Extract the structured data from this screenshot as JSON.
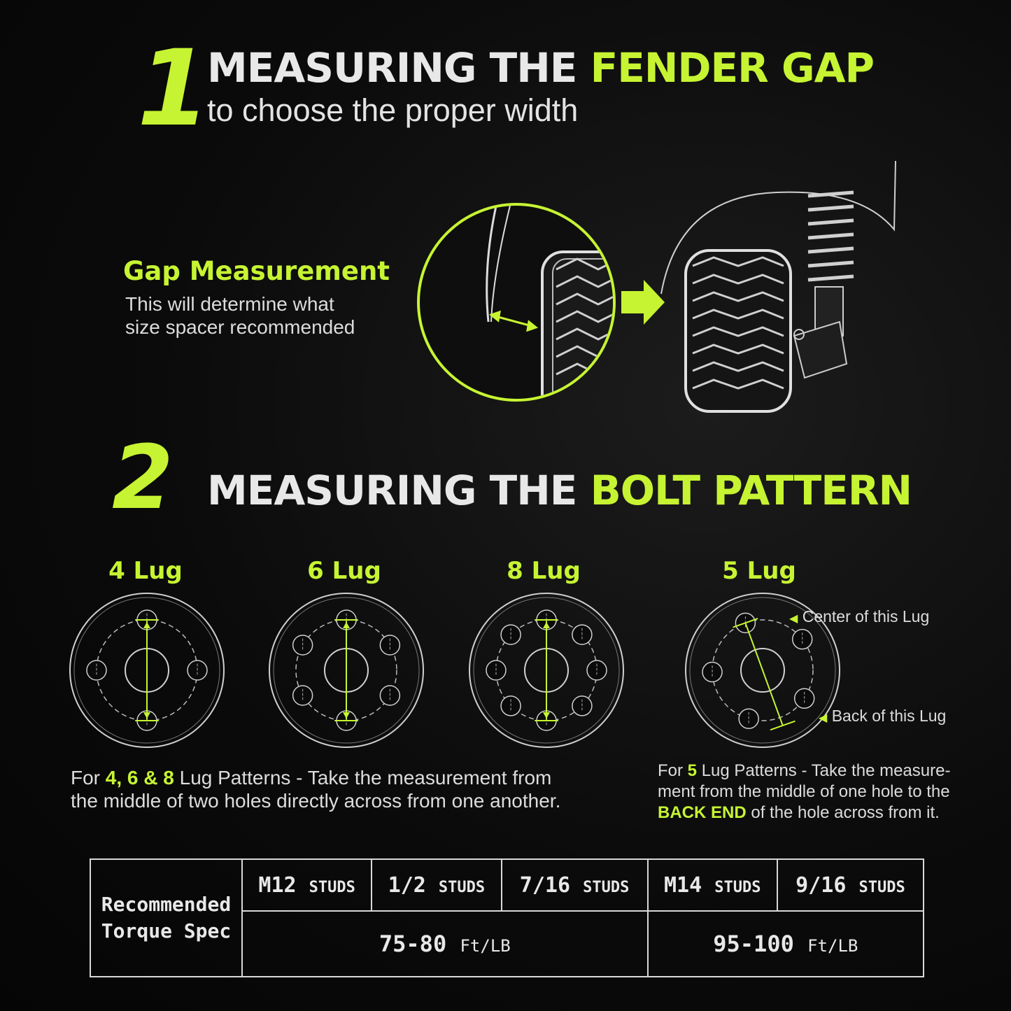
{
  "section1": {
    "number": "1",
    "title_plain": "MEASURING THE ",
    "title_accent": "FENDER GAP",
    "subtitle": "to choose the proper width"
  },
  "gap": {
    "title": "Gap Measurement",
    "desc_line1": "This will determine what",
    "desc_line2": "size spacer recommended"
  },
  "section2": {
    "number": "2",
    "title_plain": "MEASURING THE ",
    "title_accent": "BOLT PATTERN"
  },
  "lugs": [
    {
      "label": "4 Lug"
    },
    {
      "label": "6 Lug"
    },
    {
      "label": "8 Lug"
    },
    {
      "label": "5 Lug"
    }
  ],
  "five_lug_notes": {
    "center": "Center of this Lug",
    "back": "Back of this Lug"
  },
  "instructions_even": {
    "l1_a": "For ",
    "l1_b": "4, 6 & 8",
    "l1_c": " Lug Patterns - Take the measurement from",
    "l2": "the middle of two holes directly across from one another."
  },
  "instructions_five": {
    "l1_a": "For ",
    "l1_b": "5",
    "l1_c": " Lug Patterns - Take the measure-",
    "l2": "ment from the middle of one hole to the",
    "l3_a": "BACK END",
    "l3_b": " of the hole across from it."
  },
  "torque": {
    "row_label_1": "Recommended",
    "row_label_2": "Torque Spec",
    "headers": [
      {
        "size": "M12",
        "unit": "STUDS"
      },
      {
        "size": "1/2",
        "unit": "STUDS"
      },
      {
        "size": "7/16",
        "unit": "STUDS"
      },
      {
        "size": "M14",
        "unit": "STUDS"
      },
      {
        "size": "9/16",
        "unit": "STUDS"
      }
    ],
    "value_a": "75-80",
    "value_a_unit": "Ft/LB",
    "value_b": "95-100",
    "value_b_unit": "Ft/LB"
  },
  "colors": {
    "accent": "#c6f432",
    "text": "#e6e6e6",
    "background": "#0b0b0b"
  }
}
